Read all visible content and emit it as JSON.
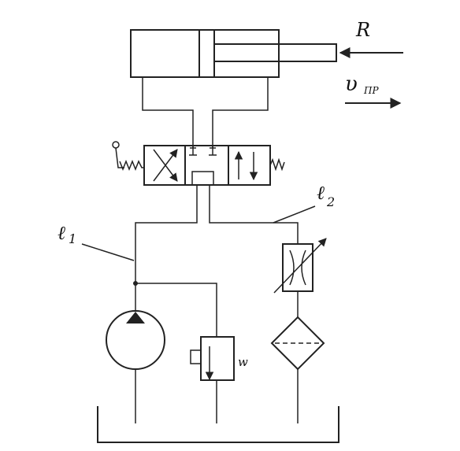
{
  "labels": {
    "load": "R",
    "velocity": "υ",
    "velocity_sub": "ПР",
    "line1": "ℓ",
    "line1_sub": "1",
    "line2": "ℓ",
    "line2_sub": "2",
    "spring_valve": "w"
  },
  "colors": {
    "line": "#222222",
    "background": "#ffffff"
  }
}
